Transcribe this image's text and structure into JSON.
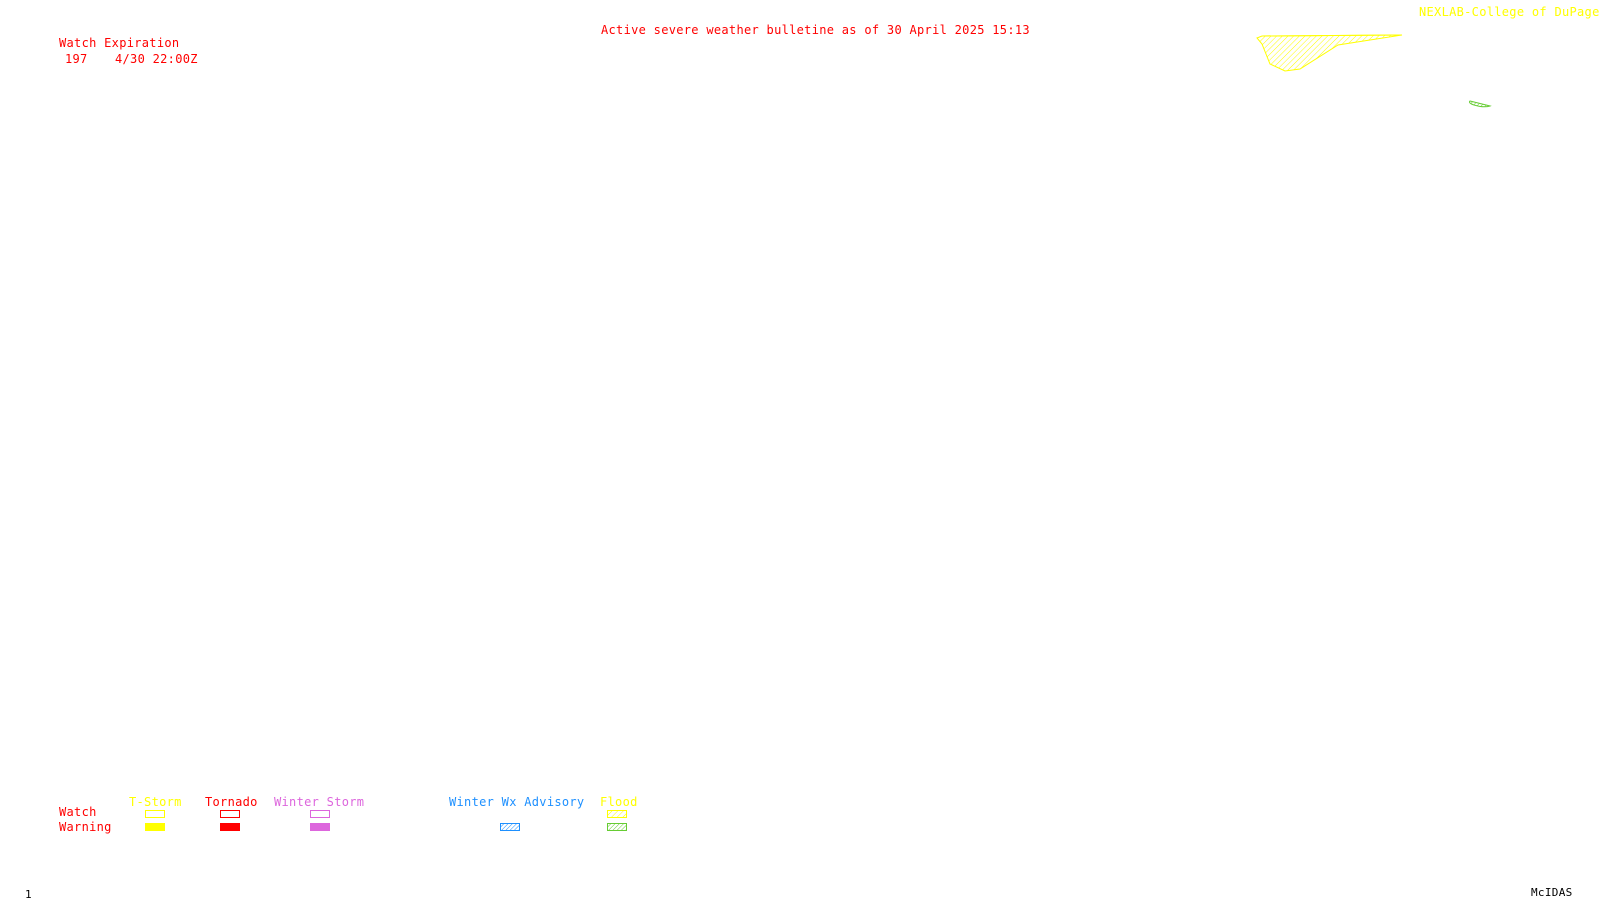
{
  "header": {
    "bulletin_title": "Active severe weather bulletine as of 30 April 2025 15:13",
    "source_credit": "NEXLAB-College of DuPage R"
  },
  "watch_list": {
    "heading": "Watch Expiration",
    "entries": [
      {
        "number": "197",
        "expiration": "4/30 22:00Z"
      }
    ]
  },
  "legend": {
    "row_labels": {
      "watch": "Watch",
      "warning": "Warning"
    },
    "categories": [
      {
        "label": "T-Storm",
        "color": "#ffff00",
        "watch_style": "outline",
        "warning_style": "solid"
      },
      {
        "label": "Tornado",
        "color": "#ff0000",
        "watch_style": "outline",
        "warning_style": "solid"
      },
      {
        "label": "Winter Storm",
        "color": "#dd66dd",
        "watch_style": "outline",
        "warning_style": "solid"
      },
      {
        "label": "Winter Wx Advisory",
        "color": "#1e90ff",
        "watch_style": "none",
        "warning_style": "hatched"
      },
      {
        "label": "Flood",
        "color": "#ffff00",
        "warning_color": "#66cc33",
        "watch_style": "hatched",
        "warning_style": "hatched"
      }
    ]
  },
  "footer": {
    "frame_number": "1",
    "software": "McIDAS"
  },
  "colors": {
    "text_red": "#ff0000",
    "watch_fill": "#ffff00",
    "flood_warning": "#66cc33",
    "background": "#ffffff"
  }
}
